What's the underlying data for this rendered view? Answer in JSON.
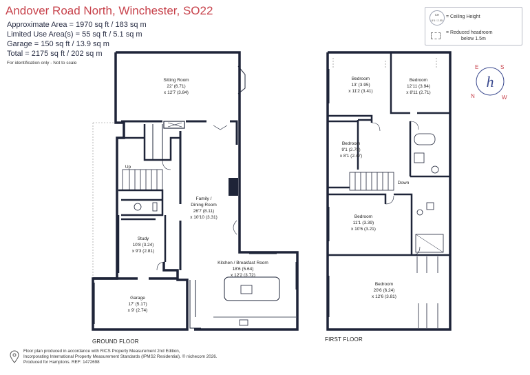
{
  "header": {
    "title": "Andover Road North, Winchester, SO22",
    "stats": [
      "Approximate Area = 1970 sq ft / 183 sq m",
      "Limited Use Area(s) = 55 sq ft / 5.1 sq m",
      "Garage = 150 sq ft / 13.9 sq m",
      "Total = 2175 sq ft / 202 sq m"
    ],
    "note": "For identification only - Not to scale"
  },
  "legend": {
    "ch_top": "CH",
    "ch_bottom": "8'4 / 2.55",
    "ceiling_label": "= Ceiling Height",
    "reduced_label_1": "= Reduced headroom",
    "reduced_label_2": "below 1.5m"
  },
  "compass": {
    "n": "N",
    "e": "E",
    "s": "S",
    "w": "W",
    "logo": "h"
  },
  "ground_floor": {
    "label": "GROUND FLOOR",
    "rooms": [
      {
        "name": "Sitting Room",
        "dim1": "22' (6.71)",
        "dim2": "x 12'7 (3.84)"
      },
      {
        "name": "Family /",
        "name2": "Dining Room",
        "dim1": "26'7 (8.11)",
        "dim2": "x 10'10 (3.31)"
      },
      {
        "name": "Study",
        "dim1": "10'8 (3.24)",
        "dim2": "x 9'3 (2.81)"
      },
      {
        "name": "Kitchen / Breakfast Room",
        "dim1": "18'6 (5.64)",
        "dim2": "x 12'2 (3.72)"
      },
      {
        "name": "Garage",
        "dim1": "17' (5.17)",
        "dim2": "x 9' (2.74)"
      }
    ],
    "up": "Up"
  },
  "first_floor": {
    "label": "FIRST FLOOR",
    "rooms": [
      {
        "name": "Bedroom",
        "dim1": "13' (3.95)",
        "dim2": "x 11'2 (3.41)"
      },
      {
        "name": "Bedroom",
        "dim1": "12'11 (3.94)",
        "dim2": "x 8'11 (2.71)"
      },
      {
        "name": "Bedroom",
        "dim1": "9'1 (2.78)",
        "dim2": "x 8'1 (2.47)"
      },
      {
        "name": "Bedroom",
        "dim1": "11'1 (3.39)",
        "dim2": "x 10'6 (3.21)"
      },
      {
        "name": "Bedroom",
        "dim1": "20'6 (6.24)",
        "dim2": "x 12'6 (3.81)"
      }
    ],
    "down": "Down"
  },
  "footer": {
    "lines": [
      "Floor plan produced in accordance with RICS Property Measurement 2nd Edition,",
      "Incorporating International Property Measurement Standards (IPMS2 Residential). © nichecom 2026.",
      "Produced for Hamptons.   REF: 1472698"
    ]
  },
  "colors": {
    "title": "#c7424b",
    "wall": "#1e2438",
    "compass": "#3b4a8f"
  }
}
